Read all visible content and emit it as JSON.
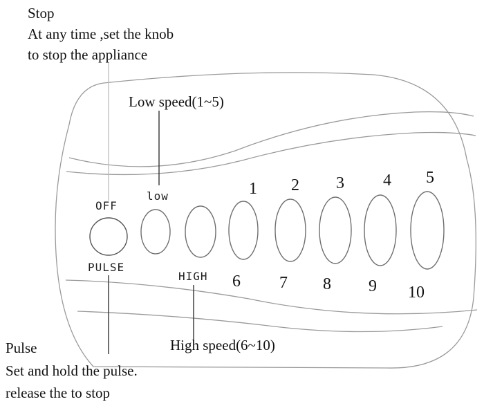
{
  "stop_callout": {
    "heading": "Stop",
    "line1": "At any time ,set the knob",
    "line2": "to stop the appliance"
  },
  "pulse_callout": {
    "heading": "Pulse",
    "line1": "Set and hold the pulse.",
    "line2": "release the to stop"
  },
  "low_speed_callout": "Low speed(1~5)",
  "high_speed_callout": "High speed(6~10)",
  "knob_labels": {
    "off": "OFF",
    "pulse": "PULSE",
    "low": "low",
    "high": "HIGH"
  },
  "speed_buttons": [
    {
      "top": "1",
      "bottom": "6"
    },
    {
      "top": "2",
      "bottom": "7"
    },
    {
      "top": "3",
      "bottom": "8"
    },
    {
      "top": "4",
      "bottom": "9"
    },
    {
      "top": "5",
      "bottom": "10"
    }
  ]
}
